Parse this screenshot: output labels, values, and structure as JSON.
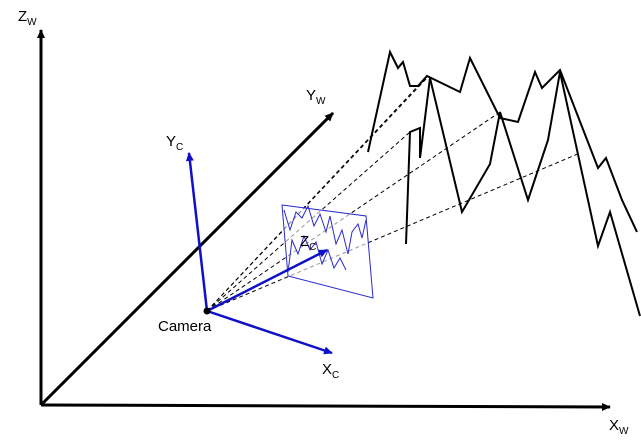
{
  "colors": {
    "world_axes": "#000000",
    "camera_axes": "#1010c8",
    "image_plane": "#2a2ad0",
    "projection_lines": "#000000",
    "terrain": "#000000",
    "background": "#ffffff"
  },
  "labels": {
    "world_z": {
      "main": "Z",
      "sub": "W"
    },
    "world_y": {
      "main": "Y",
      "sub": "W"
    },
    "world_x": {
      "main": "X",
      "sub": "W"
    },
    "camera_y": {
      "main": "Y",
      "sub": "C"
    },
    "camera_z": {
      "main": "Z",
      "sub": "C"
    },
    "camera_x": {
      "main": "X",
      "sub": "C"
    },
    "camera": "Camera"
  }
}
